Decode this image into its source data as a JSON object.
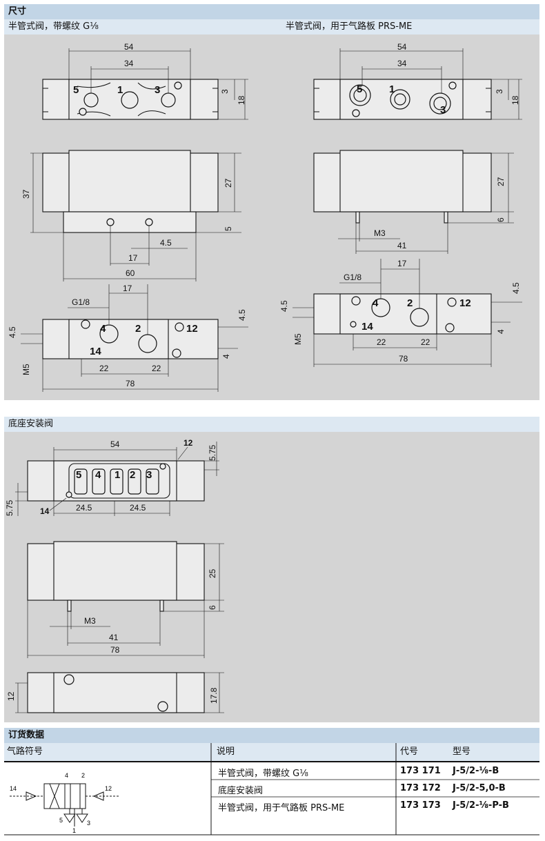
{
  "section1": {
    "title": "尺寸",
    "left_caption": "半管式阀，带螺纹 G⅛",
    "right_caption": "半管式阀，用于气路板 PRS-ME",
    "left_top": {
      "dim_outer": "54",
      "dim_inner": "34",
      "dim_h1": "3",
      "dim_h2": "18",
      "ports": [
        "5",
        "1",
        "3"
      ]
    },
    "left_mid": {
      "dim_left": "37",
      "dim_right": "27",
      "dim_base": "5",
      "dim_hole": "4.5",
      "dim_17": "17",
      "dim_60": "60"
    },
    "left_bot": {
      "dim_17": "17",
      "thread": "G1/8",
      "dim_45a": "4.5",
      "dim_45b": "4.5",
      "dim_4": "4",
      "m5": "M5",
      "dim_22a": "22",
      "dim_22b": "22",
      "dim_78": "78",
      "ports": [
        "4",
        "2",
        "12",
        "14"
      ]
    },
    "right_top": {
      "dim_outer": "54",
      "dim_inner": "34",
      "dim_h1": "3",
      "dim_h2": "18",
      "ports": [
        "5",
        "1",
        "3"
      ]
    },
    "right_mid": {
      "dim_right": "27",
      "dim_pin": "6",
      "m3": "M3",
      "dim_41": "41"
    },
    "right_bot": {
      "dim_17": "17",
      "thread": "G1/8",
      "dim_45a": "4.5",
      "dim_45b": "4.5",
      "dim_4": "4",
      "m5": "M5",
      "dim_22a": "22",
      "dim_22b": "22",
      "dim_78": "78",
      "ports": [
        "4",
        "2",
        "12",
        "14"
      ]
    }
  },
  "section2": {
    "caption": "底座安装阀",
    "top": {
      "dim_54": "54",
      "port_12": "12",
      "dim_575a": "5.75",
      "dim_575b": "5.75",
      "port_14": "14",
      "dim_245a": "24.5",
      "dim_245b": "24.5",
      "ports": [
        "5",
        "4",
        "1",
        "2",
        "3"
      ]
    },
    "mid": {
      "dim_25": "25",
      "dim_6": "6",
      "m3": "M3",
      "dim_41": "41",
      "dim_78": "78"
    },
    "bot": {
      "dim_12": "12",
      "dim_178": "17.8"
    }
  },
  "order": {
    "title": "订货数据",
    "headers": {
      "symbol": "气路符号",
      "desc": "说明",
      "code": "代号",
      "model": "型号"
    },
    "rows": [
      {
        "desc": "半管式阀，带螺纹 G⅛",
        "code": "173 171",
        "model": "J-5/2-⅛-B"
      },
      {
        "desc": "底座安装阀",
        "code": "173 172",
        "model": "J-5/2-5,0-B"
      },
      {
        "desc": "半管式阀，用于气路板 PRS-ME",
        "code": "173 173",
        "model": "J-5/2-⅛-P-B"
      }
    ],
    "symbol_labels": {
      "p4": "4",
      "p2": "2",
      "p14": "14",
      "p12": "12",
      "p5": "5",
      "p3": "3",
      "p1": "1"
    }
  }
}
